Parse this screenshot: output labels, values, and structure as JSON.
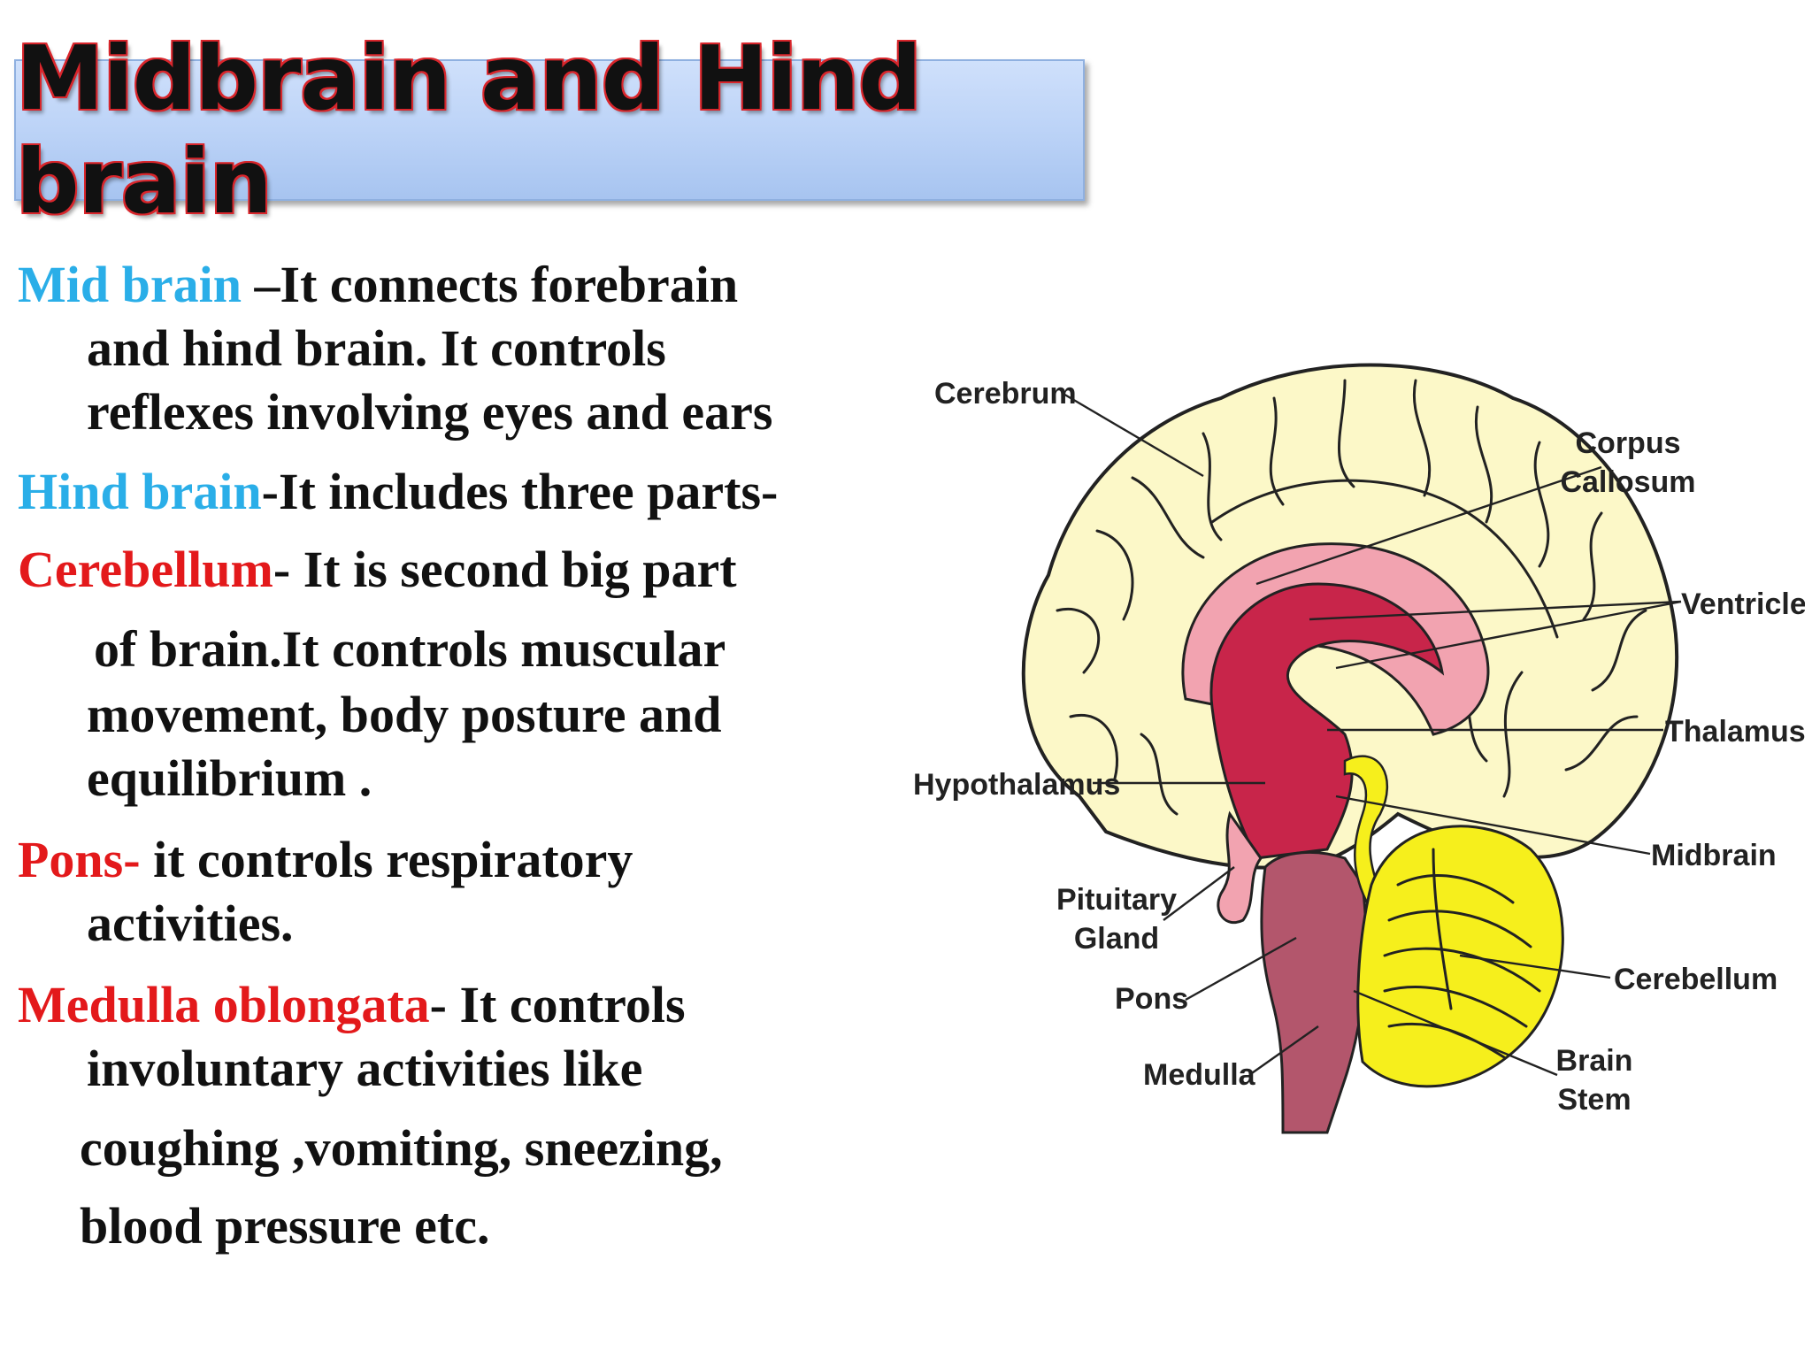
{
  "title": "Midbrain and Hind brain",
  "text_lines": {
    "l1": {
      "head": "Mid brain",
      "rest": " –It connects forebrain"
    },
    "l2": "and hind brain. It controls",
    "l3": "reflexes involving eyes and ears",
    "l4": {
      "head": "Hind brain",
      "rest": "-It includes three parts-"
    },
    "l5": {
      "head": "Cerebellum",
      "rest": "- It is second big part"
    },
    "l6": "of brain.It controls muscular",
    "l7": "movement, body posture and",
    "l8": "equilibrium .",
    "l9": {
      "head": "Pons-",
      "rest": " it controls respiratory"
    },
    "l10": "activities.",
    "l11": {
      "head": "Medulla oblongata",
      "rest": "- It controls"
    },
    "l12": "involuntary activities like",
    "l13": "coughing ,vomiting, sneezing,",
    "l14": "blood pressure etc."
  },
  "diagram_labels": {
    "cerebrum": "Cerebrum",
    "corpus_1": "Corpus",
    "corpus_2": "Callosum",
    "ventricles": "Ventricles",
    "thalamus": "Thalamus",
    "hypothalamus": "Hypothalamus",
    "midbrain": "Midbrain",
    "pituitary_1": "Pituitary",
    "pituitary_2": "Gland",
    "cerebellum": "Cerebellum",
    "pons": "Pons",
    "brainstem_1": "Brain",
    "brainstem_2": "Stem",
    "medulla": "Medulla"
  },
  "colors": {
    "blue_heading": "#2aaee8",
    "red_heading": "#e3191b",
    "cerebrum_fill": "#fcf8c8",
    "corpus_fill": "#f2a3b0",
    "ventricle_fill": "#c8254a",
    "stem_fill": "#b3566c",
    "cerebellum_fill": "#f6ef1c"
  }
}
